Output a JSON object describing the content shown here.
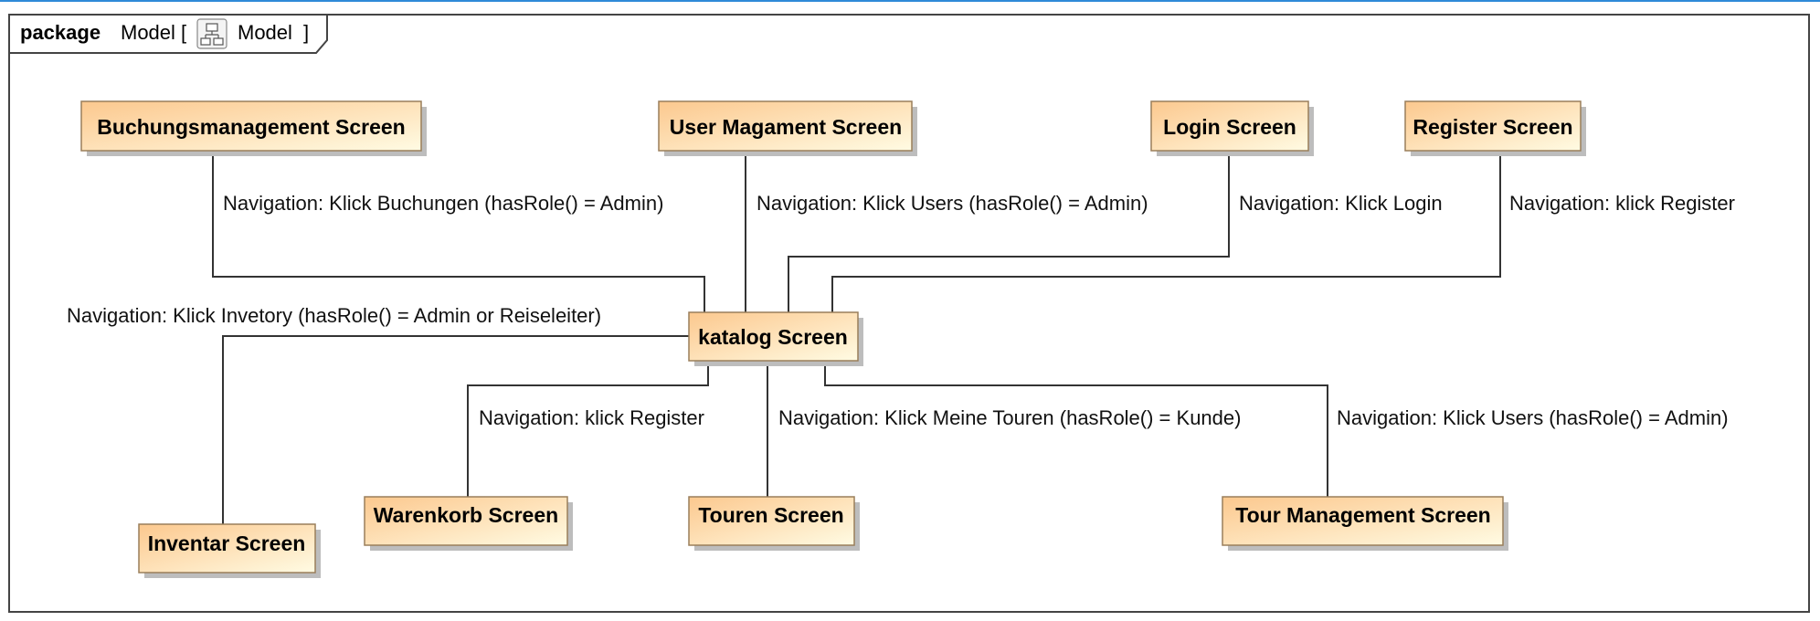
{
  "colors": {
    "node_fill_start": "#fcc88e",
    "node_fill_end": "#fffbe3",
    "node_border": "#9a7f5b",
    "node_shadow": "#bdbdbd",
    "edge": "#333333",
    "frame_border": "#444444",
    "accent": "#2f8ad8"
  },
  "frame": {
    "keyword": "package",
    "name": "Model",
    "open_bracket": "[",
    "diagram_name": "Model",
    "close_bracket": "]",
    "icon": "package-diagram-icon"
  },
  "nodes": {
    "buchungsmanagement": "Buchungsmanagement Screen",
    "user_management": "User Magament Screen",
    "login": "Login Screen",
    "register": "Register Screen",
    "katalog": "katalog Screen",
    "inventar": "Inventar Screen",
    "warenkorb": "Warenkorb Screen",
    "touren": "Touren Screen",
    "tour_management": "Tour Management Screen"
  },
  "edges": {
    "buchungsmanagement": "Navigation: Klick Buchungen (hasRole() = Admin)",
    "user_management": "Navigation: Klick Users (hasRole() = Admin)",
    "login": "Navigation: Klick Login",
    "register": "Navigation: klick Register",
    "inventar": "Navigation: Klick Invetory (hasRole() = Admin or Reiseleiter)",
    "warenkorb": "Navigation: klick Register",
    "touren": "Navigation: Klick Meine Touren (hasRole() = Kunde)",
    "tour_management": "Navigation: Klick Users (hasRole() = Admin)"
  }
}
